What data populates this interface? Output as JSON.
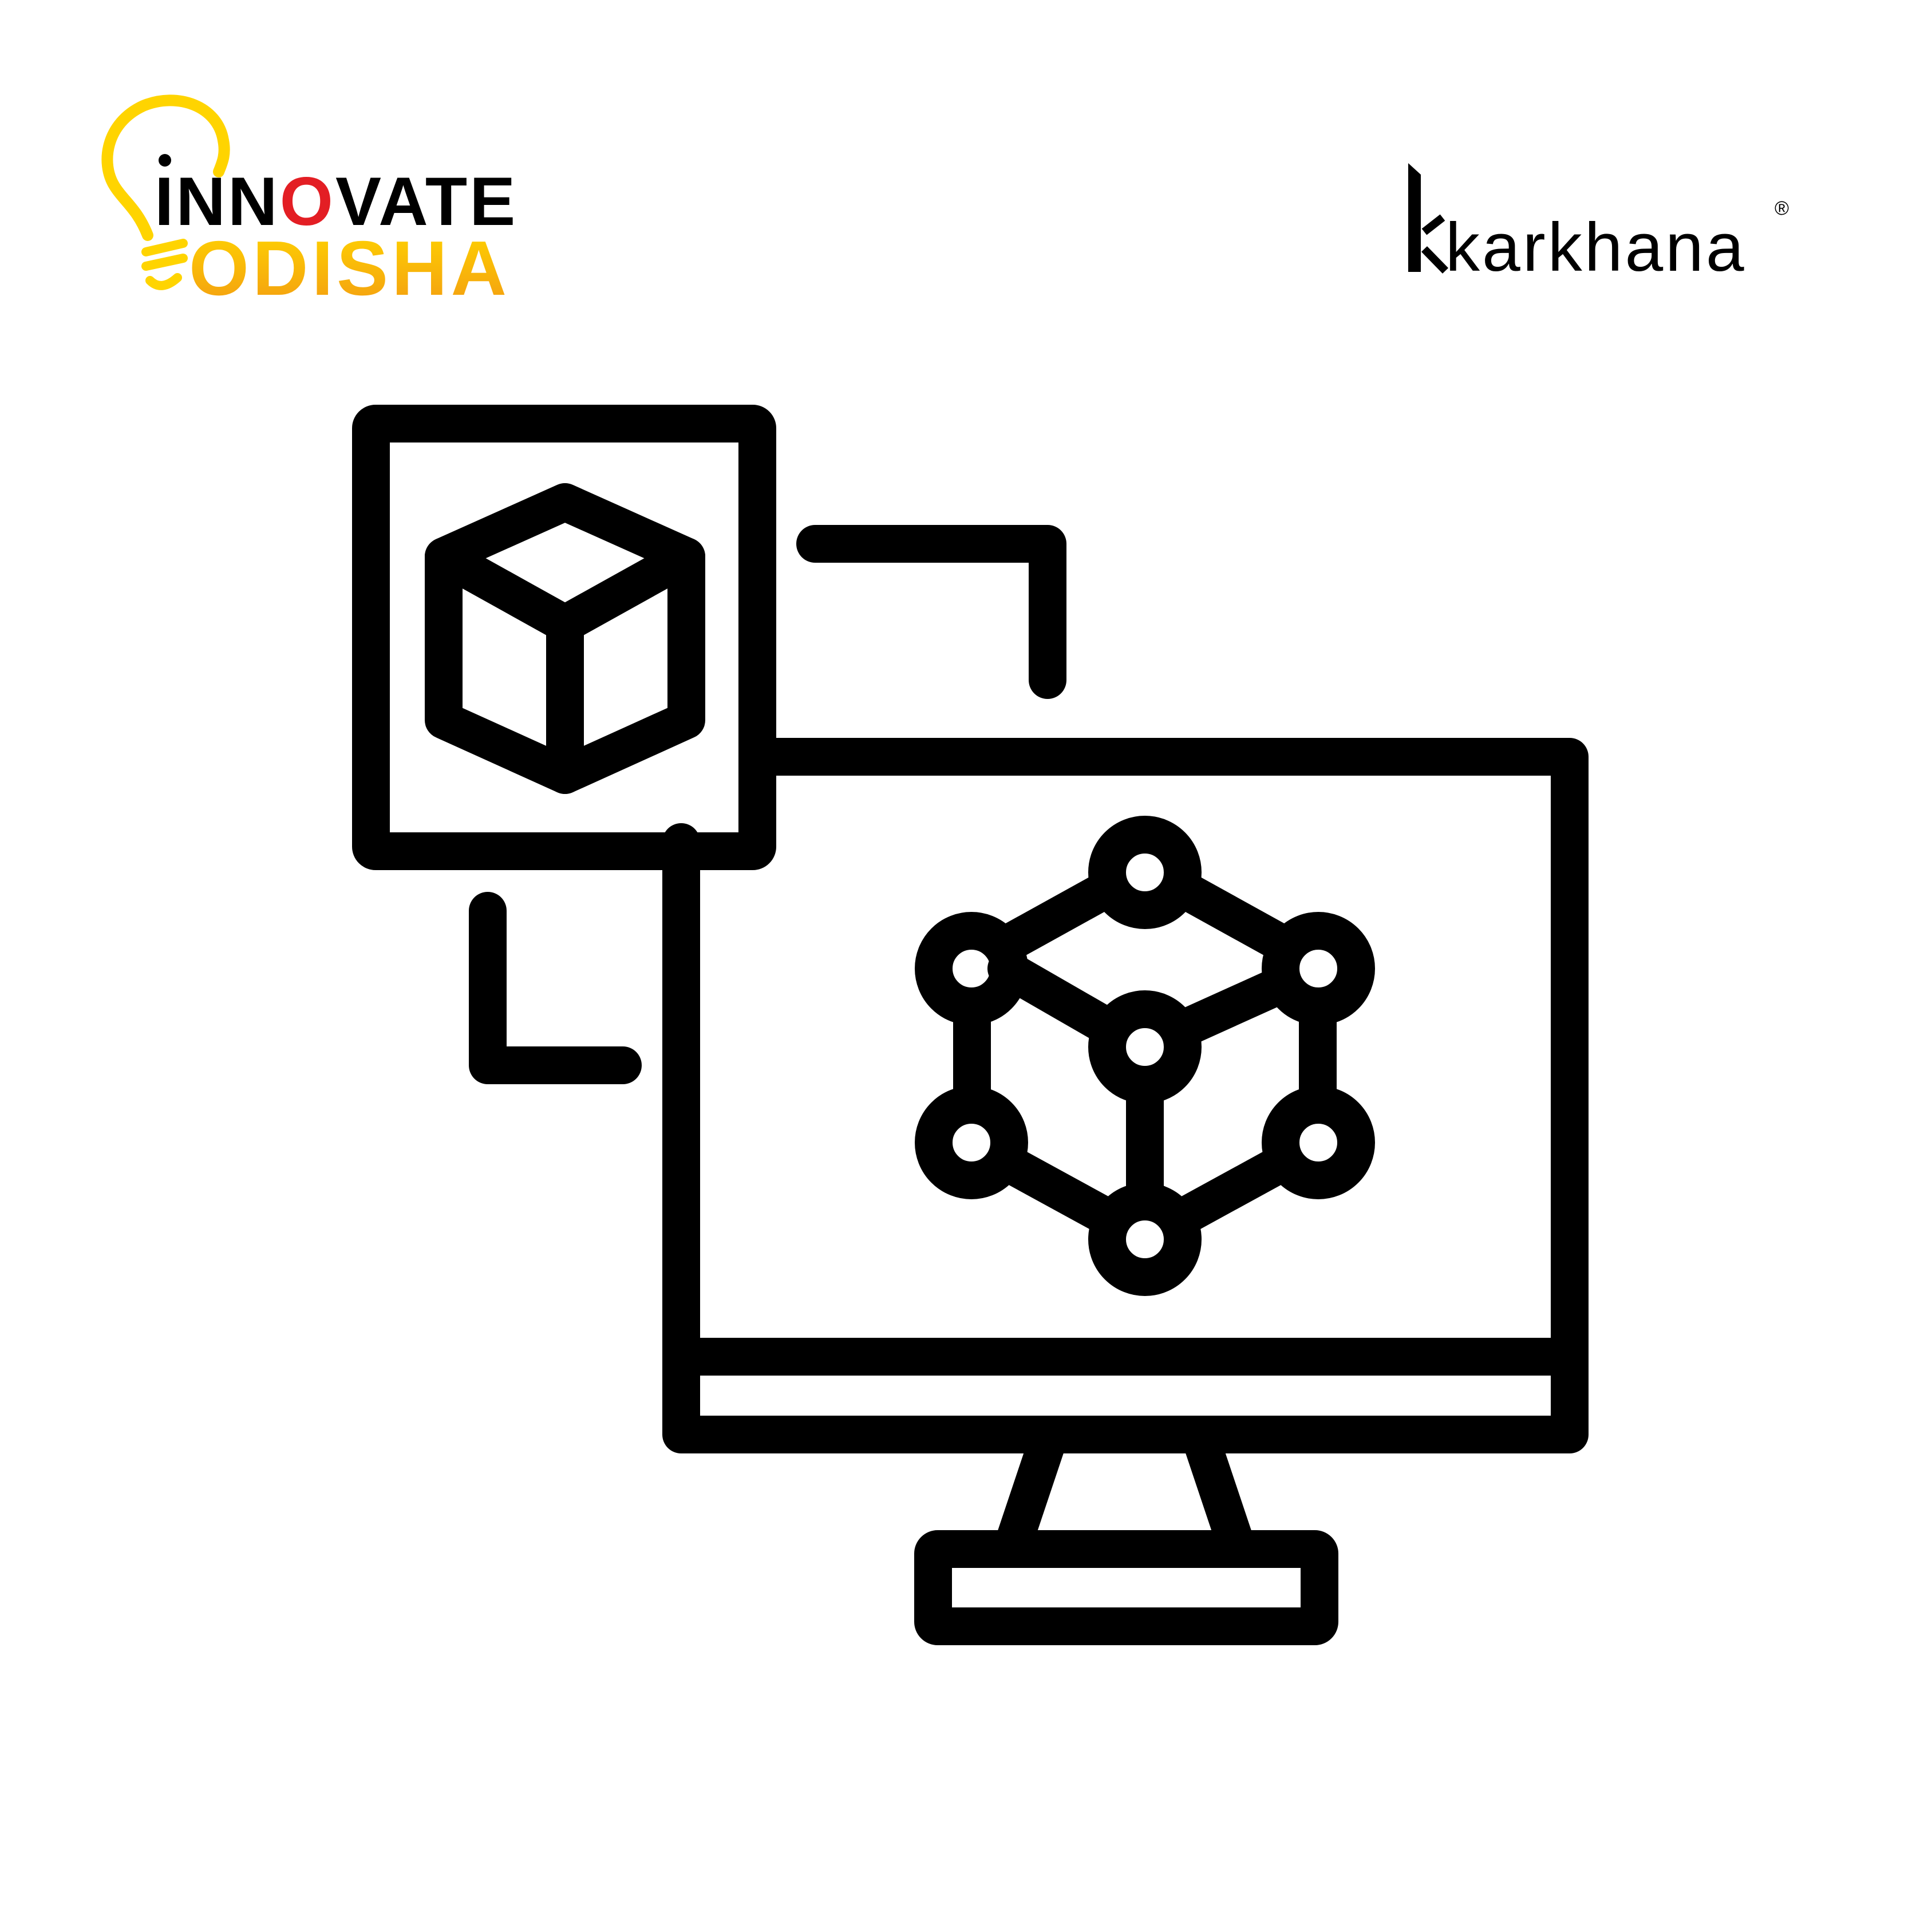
{
  "logos": {
    "innovate_odisha": {
      "line1_a": "INN",
      "line1_o": "O",
      "line1_b": "VATE",
      "line2": "ODISHA"
    },
    "karkhana": {
      "wordmark": "karkhana",
      "registered": "®"
    }
  },
  "illustration": {
    "icons": [
      "3d-cube-icon",
      "computer-monitor-icon",
      "3d-network-model-icon"
    ]
  },
  "colors": {
    "ink": "#000000",
    "yellow": "#FFD400",
    "orange": "#F5A623",
    "red": "#E31E24",
    "background": "#FFFFFF"
  }
}
